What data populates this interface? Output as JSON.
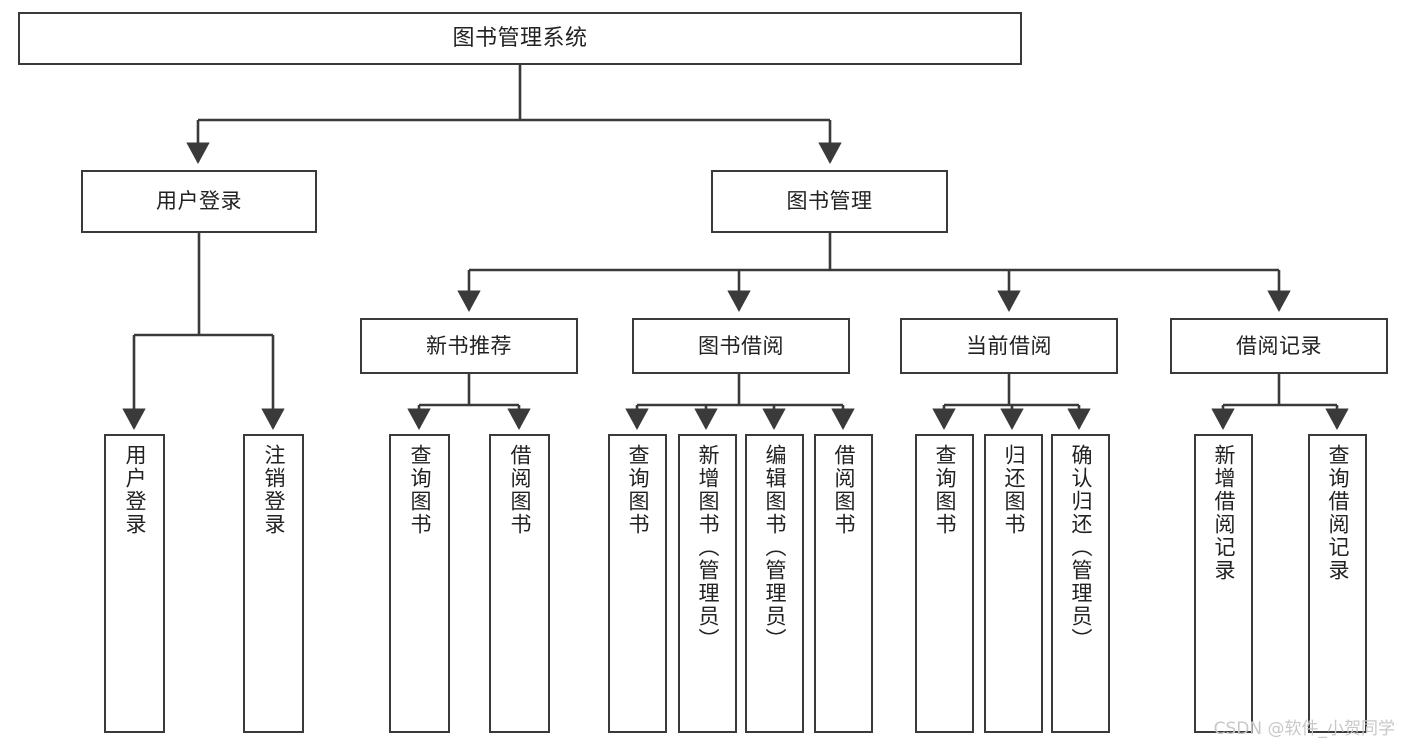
{
  "diagram": {
    "title": "图书管理系统",
    "type": "tree-hierarchy-functional-structure",
    "watermark": "CSDN @软件_小贺同学",
    "colors": {
      "stroke": "#3a3a3a",
      "fill": "#ffffff",
      "text": "#222222",
      "watermark": "#c8c8c8"
    },
    "nodes": {
      "root": {
        "label": "图书管理系统"
      },
      "level2": [
        {
          "id": "user-login",
          "label": "用户登录"
        },
        {
          "id": "book-manage",
          "label": "图书管理"
        }
      ],
      "level3": [
        {
          "id": "new-book-recommend",
          "label": "新书推荐"
        },
        {
          "id": "book-borrow",
          "label": "图书借阅"
        },
        {
          "id": "current-borrow",
          "label": "当前借阅"
        },
        {
          "id": "borrow-record",
          "label": "借阅记录"
        }
      ],
      "leaves": {
        "user-login": [
          {
            "id": "leaf-user-login",
            "label": "用户登录"
          },
          {
            "id": "leaf-user-logout",
            "label": "注销登录"
          }
        ],
        "new-book-recommend": [
          {
            "id": "leaf-query-book-1",
            "label": "查询图书"
          },
          {
            "id": "leaf-borrow-book-1",
            "label": "借阅图书"
          }
        ],
        "book-borrow": [
          {
            "id": "leaf-query-book-2",
            "label": "查询图书"
          },
          {
            "id": "leaf-add-book",
            "label": "新增图书（管理员）"
          },
          {
            "id": "leaf-edit-book",
            "label": "编辑图书（管理员）"
          },
          {
            "id": "leaf-borrow-book-2",
            "label": "借阅图书"
          }
        ],
        "current-borrow": [
          {
            "id": "leaf-query-book-3",
            "label": "查询图书"
          },
          {
            "id": "leaf-return-book",
            "label": "归还图书"
          },
          {
            "id": "leaf-confirm-return",
            "label": "确认归还（管理员）"
          }
        ],
        "borrow-record": [
          {
            "id": "leaf-add-record",
            "label": "新增借阅记录"
          },
          {
            "id": "leaf-query-record",
            "label": "查询借阅记录"
          }
        ]
      }
    }
  }
}
